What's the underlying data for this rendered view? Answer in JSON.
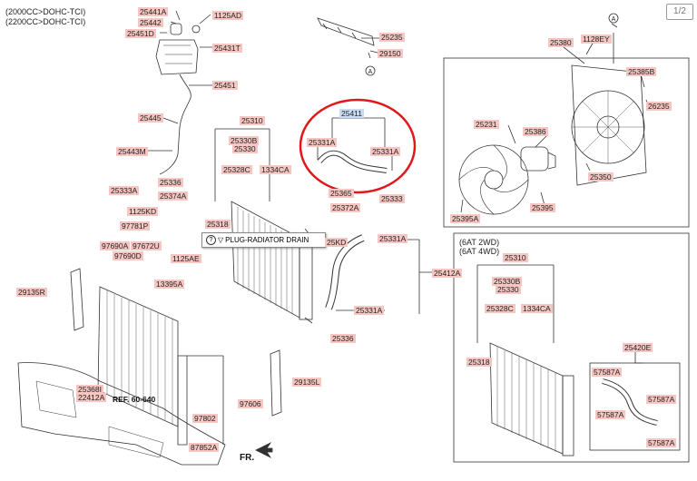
{
  "header": {
    "line1": "(2000CC>DOHC-TCI)",
    "line2": "(2200CC>DOHC-TCI)"
  },
  "page_indicator": "1/2",
  "tooltip": {
    "text": "PLUG-RADIATOR DRAIN"
  },
  "sections": {
    "transmission_1": "(6AT 2WD)",
    "transmission_2": "(6AT 4WD)"
  },
  "reference": "REF. 60-640",
  "direction": "FR.",
  "callout_letter": "A",
  "part_numbers": {
    "p25441A": "25441A",
    "p25442": "25442",
    "p1125AD": "1125AD",
    "p25451D": "25451D",
    "p25431T": "25431T",
    "p25451": "25451",
    "p25445": "25445",
    "p25443M": "25443M",
    "p25235": "25235",
    "p29150": "29150",
    "p25411": "25411",
    "p25331A_l": "25331A",
    "p25331A_r": "25331A",
    "p25310": "25310",
    "p25330B": "25330B",
    "p25330": "25330",
    "p25328C": "25328C",
    "p1334CA": "1334CA",
    "p25336": "25336",
    "p25333A": "25333A",
    "p25374A": "25374A",
    "p1125KD": "1125KD",
    "p25318": "25318",
    "p25365": "25365",
    "p25333": "25333",
    "p25372A": "25372A",
    "p25KD": "25KD",
    "p25331A_hose": "25331A",
    "p97781P": "97781P",
    "p97690A": "97690A",
    "p97672U": "97672U",
    "p97690D": "97690D",
    "p1125AE": "1125AE",
    "p13395A": "13395A",
    "p29135R": "29135R",
    "p25412A": "25412A",
    "p25331A_low": "25331A",
    "p25336_low": "25336",
    "p29135L": "29135L",
    "p25368I": "25368I",
    "p22412A": "22412A",
    "p97606": "97606",
    "p97802": "97802",
    "p87852A": "87852A",
    "p25380": "25380",
    "p1128EY": "1128EY",
    "p25385B": "25385B",
    "p26235": "26235",
    "p25231": "25231",
    "p25386": "25386",
    "p25350": "25350",
    "p25395A": "25395A",
    "p25395": "25395",
    "r_p25310": "25310",
    "r_p25330B": "25330B",
    "r_p25330": "25330",
    "r_p25328C": "25328C",
    "r_p1334CA": "1334CA",
    "r_p25318": "25318",
    "r_p25420E": "25420E",
    "r_p57587A_1": "57587A",
    "r_p57587A_2": "57587A",
    "r_p57587A_3": "57587A",
    "r_p57587A_4": "57587A"
  }
}
